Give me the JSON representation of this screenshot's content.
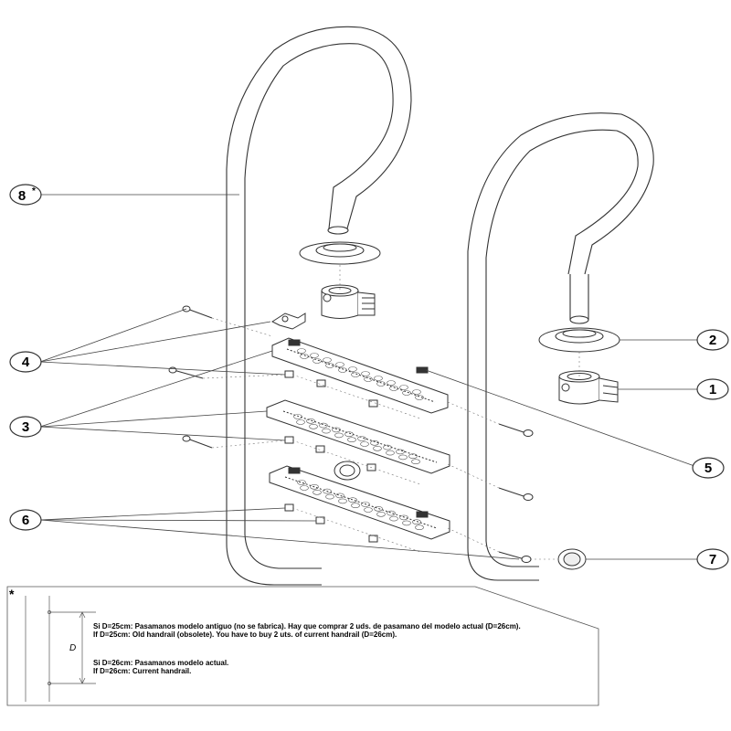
{
  "diagram": {
    "callouts": {
      "c1": "1",
      "c2": "2",
      "c3": "3",
      "c4": "4",
      "c5": "5",
      "c6": "6",
      "c7": "7",
      "c8": "8",
      "c8_star": "*"
    },
    "note": {
      "star": "*",
      "dimension_label": "D",
      "lines": [
        "Si D=25cm: Pasamanos modelo antiguo (no se fabrica). Hay que comprar 2 uds. de pasamano del modelo actual (D=26cm).",
        "If D=25cm: Old handrail (obsolete). You have to buy 2 uts. of current handrail (D=26cm).",
        "Si D=26cm: Pasamanos modelo actual.",
        "If D=26cm: Current handrail."
      ]
    }
  }
}
